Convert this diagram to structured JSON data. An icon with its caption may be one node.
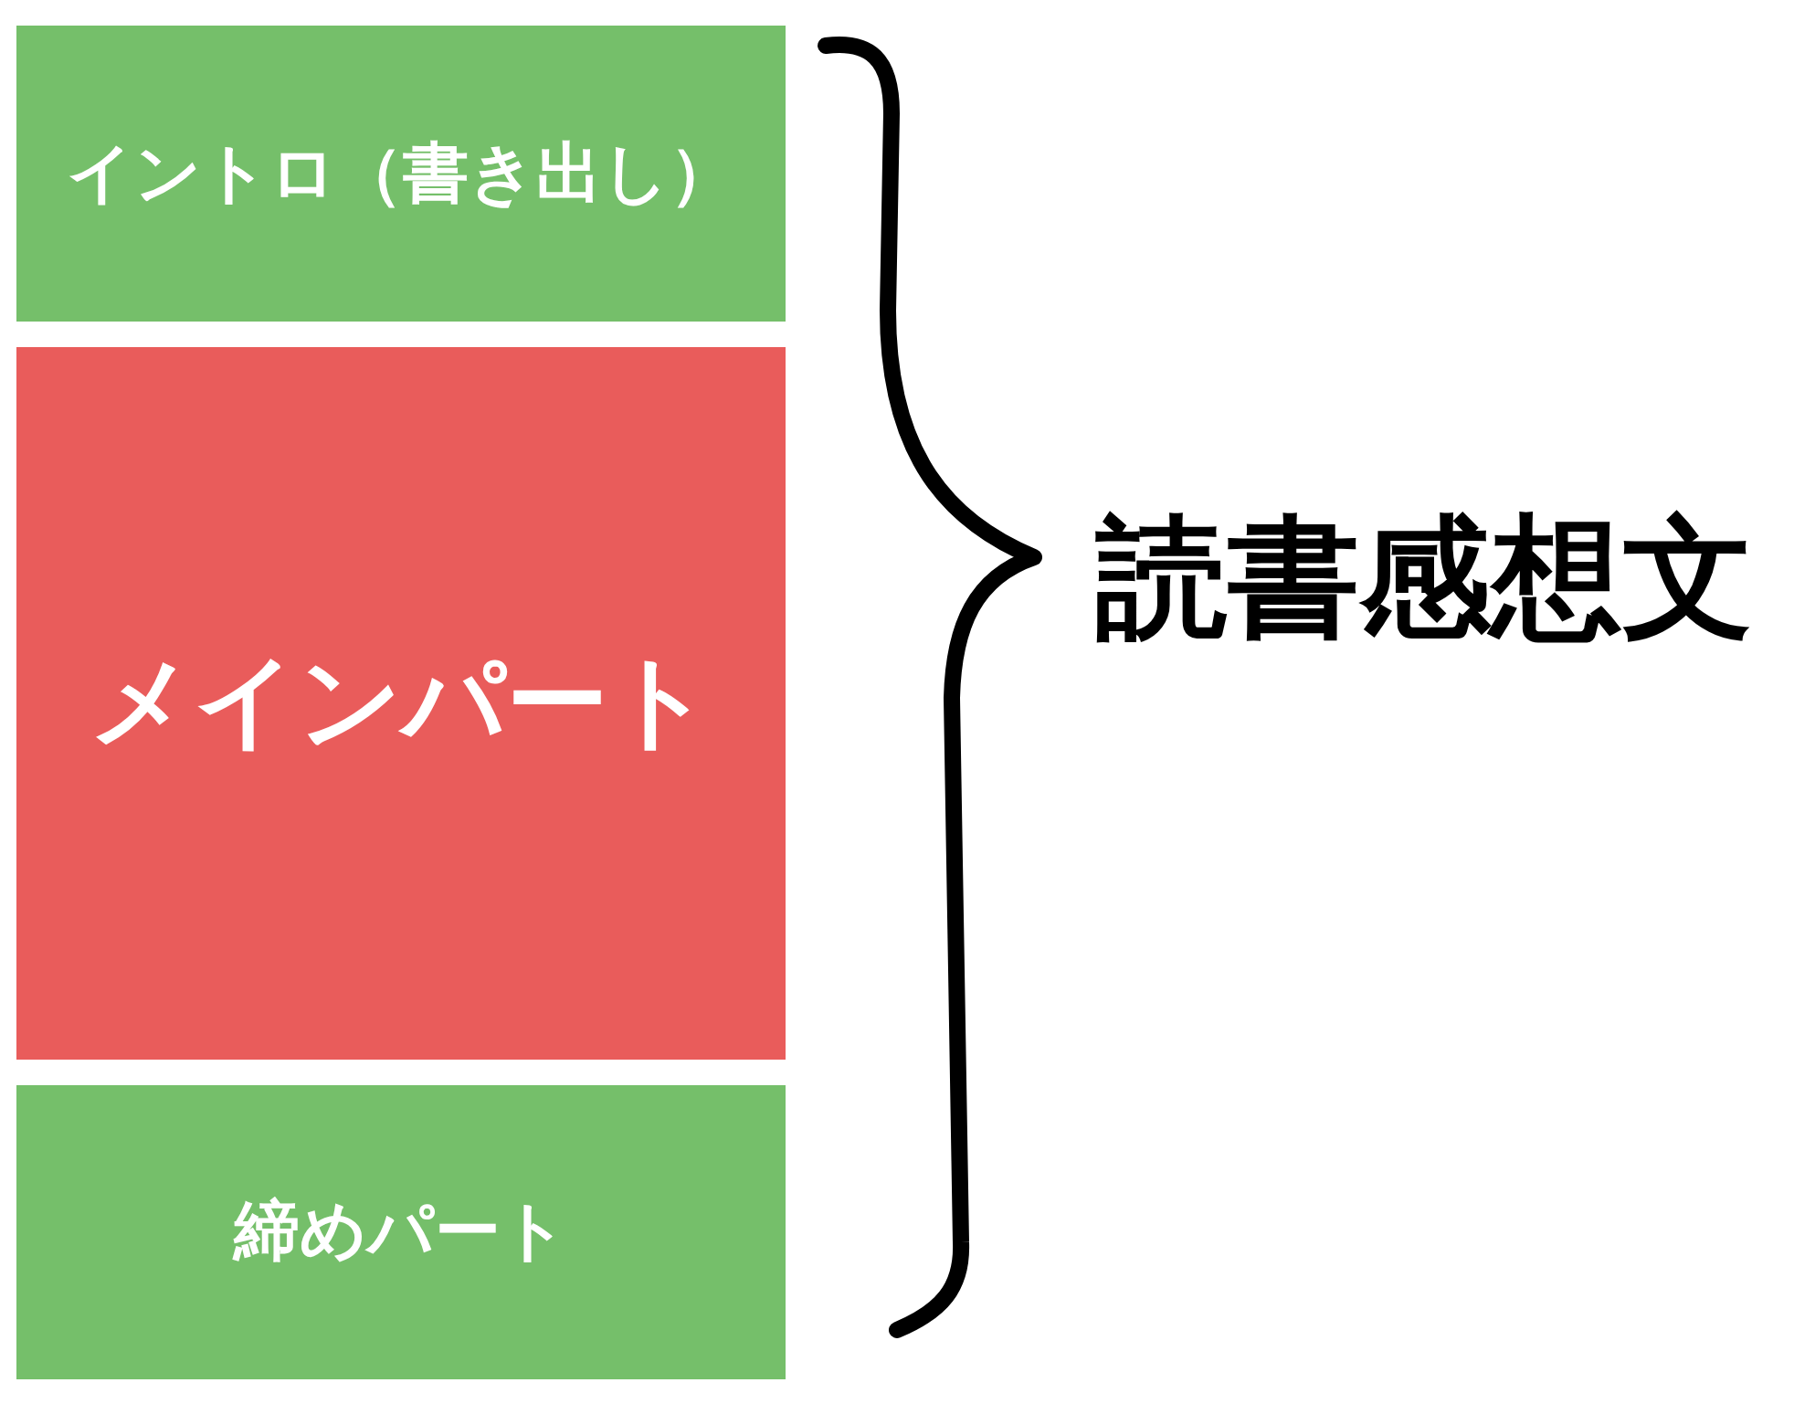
{
  "diagram": {
    "nodes": [
      {
        "text": [
          "イントロ（書き出し）"
        ]
      },
      {
        "text": [
          "メインパート"
        ]
      },
      {
        "text": [
          "締めパート"
        ]
      }
    ],
    "labels": [
      "読書感想文"
    ]
  }
}
